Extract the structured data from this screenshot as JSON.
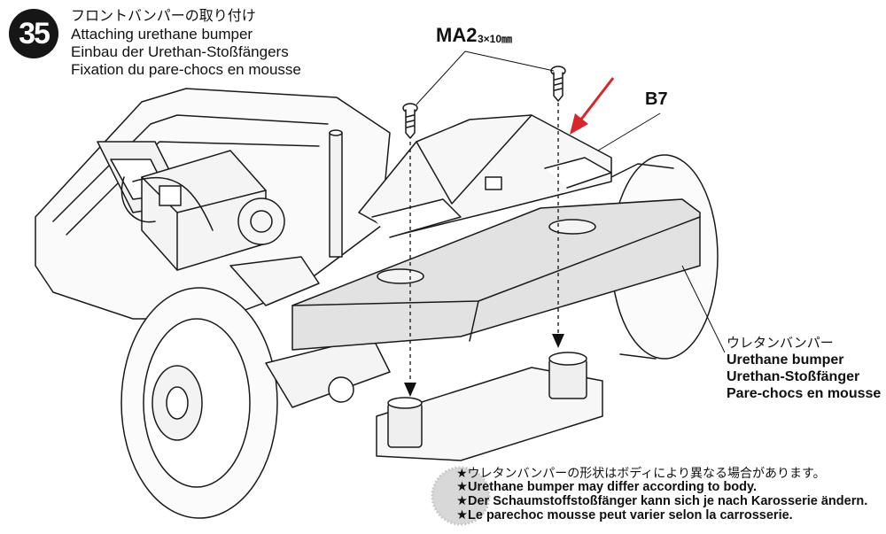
{
  "step": {
    "number": "35"
  },
  "title": {
    "jp": "フロントバンパーの取り付け",
    "en": "Attaching urethane bumper",
    "de": "Einbau der Urethan-Stoßfängers",
    "fr": "Fixation du pare-chocs en mousse"
  },
  "screw": {
    "code": "MA2",
    "size": "3×10㎜"
  },
  "part": {
    "label": "B7"
  },
  "bumper_label": {
    "jp": "ウレタンバンパー",
    "en": "Urethane bumper",
    "de": "Urethan-Stoßfänger",
    "fr": "Pare-chocs en mousse"
  },
  "notes": {
    "jp": "★ウレタンバンパーの形状はボディにより異なる場合があります。",
    "en": "★Urethane bumper may differ according to body.",
    "de": "★Der Schaumstoffstoßfänger kann sich je nach Karosserie ändern.",
    "fr": "★Le parechoc mousse peut varier selon la carrosserie."
  },
  "colors": {
    "accent_arrow": "#d8262b",
    "ink": "#111111",
    "bumper_fill": "#e2e2e2"
  }
}
